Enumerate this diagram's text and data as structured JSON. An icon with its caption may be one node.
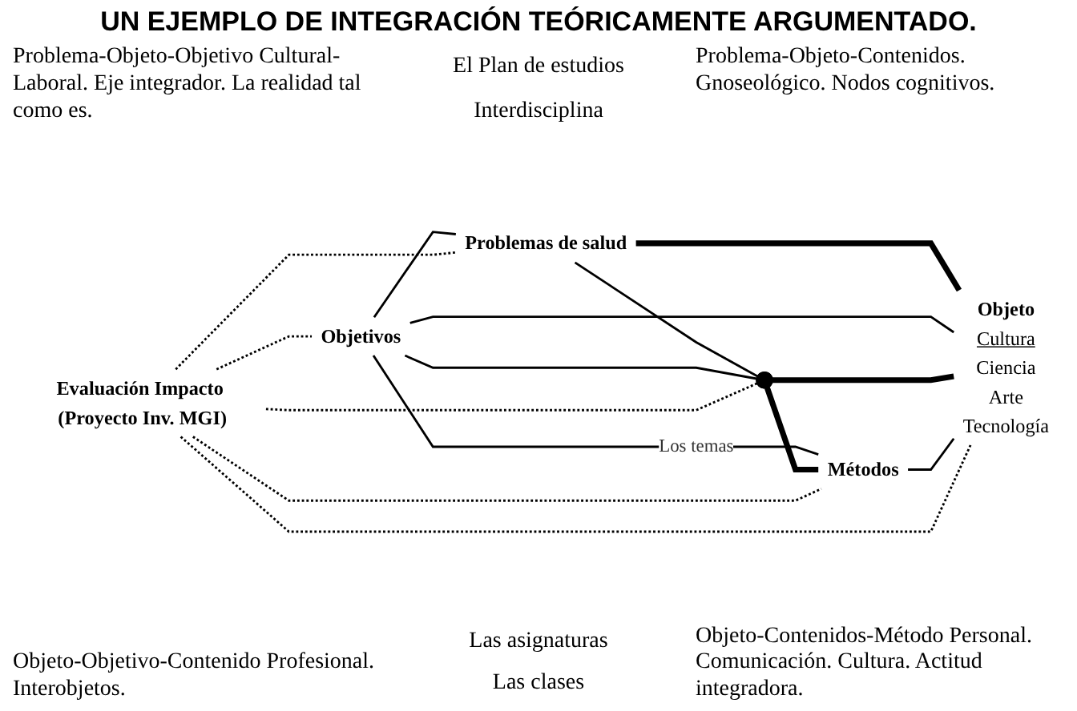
{
  "diagram": {
    "title": "UN EJEMPLO DE INTEGRACIÓN TEÓRICAMENTE ARGUMENTADO.",
    "nodes": [
      {
        "text": [
          "Problemas de salud"
        ]
      },
      {
        "text": [
          "Objetivos"
        ]
      },
      {
        "text": [
          "Objeto"
        ],
        "beside": [
          "Cultura",
          "Ciencia",
          "Arte",
          "Tecnología"
        ]
      },
      {
        "text": [],
        "shape": "point"
      },
      {
        "text": [
          "Métodos"
        ]
      },
      {
        "text": [
          "Evaluación Impacto (Proyecto Inv. MGI)"
        ]
      }
    ],
    "edges": [
      {
        "from": 1,
        "to": 0,
        "arrow": "none"
      },
      {
        "from": 0,
        "to": 2,
        "arrow": "none",
        "style": "thick"
      },
      {
        "from": 1,
        "to": 2,
        "arrow": "none"
      },
      {
        "from": 0,
        "to": 3,
        "arrow": "none"
      },
      {
        "from": 1,
        "to": 3,
        "arrow": "none"
      },
      {
        "from": 3,
        "to": 2,
        "arrow": "none",
        "style": "thick"
      },
      {
        "from": 1,
        "to": 4,
        "arrow": "none",
        "label": "Los temas"
      },
      {
        "from": 3,
        "to": 4,
        "arrow": "none",
        "style": "thick"
      },
      {
        "from": 4,
        "to": 2,
        "arrow": "none"
      },
      {
        "from": 5,
        "to": 1,
        "arrow": "none",
        "style": "dashed"
      },
      {
        "from": 5,
        "to": 0,
        "arrow": "none",
        "style": "dashed"
      },
      {
        "from": 5,
        "to": 3,
        "arrow": "none",
        "style": "dashed"
      },
      {
        "from": 5,
        "to": 2,
        "arrow": "none",
        "style": "dashed"
      },
      {
        "from": 5,
        "to": 4,
        "arrow": "none",
        "style": "dashed"
      }
    ],
    "labels": [
      "Problema-Objeto-Objetivo Cultural-Laboral. Eje integrador. La realidad tal como es.",
      "Problema-Objeto-Contenidos. Gnoseológico. Nodos cognitivos.",
      "El Plan de estudios",
      "Interdisciplina",
      "Las asignaturas",
      "Las clases",
      "Objeto-Objetivo-Contenido Profesional. Interobjetos.",
      "Objeto-Contenidos-Método Personal. Comunicación. Cultura. Actitud integradora."
    ]
  }
}
